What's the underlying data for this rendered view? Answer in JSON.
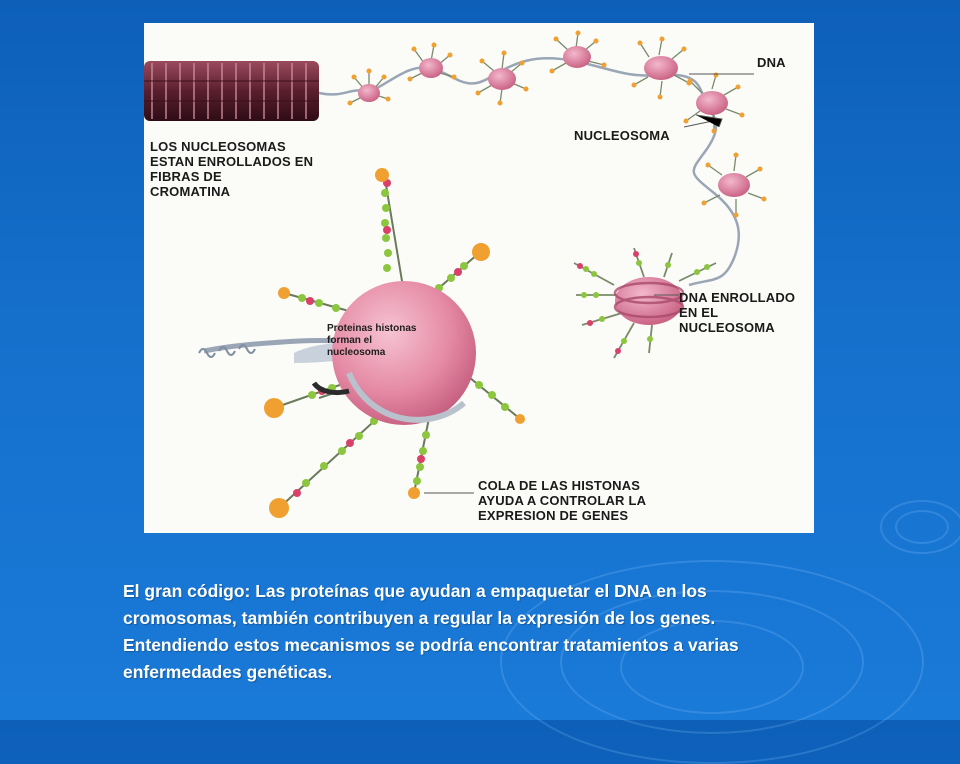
{
  "colors": {
    "background": "#1570cc",
    "panel": "#fbfbf8",
    "nucleosome_pink": "#e58aa5",
    "chromatin_dark": "#6b2a3a",
    "tail_green": "#8cc63f",
    "tail_orange": "#f0a030"
  },
  "diagram": {
    "labels": {
      "dna": "DNA",
      "nucleosoma": "NUCLEOSOMA",
      "fibras": [
        "LOS NUCLEOSOMAS",
        "ESTAN ENROLLADOS EN",
        "FIBRAS DE",
        "CROMATINA"
      ],
      "dna_enrollado": [
        "DNA ENROLLADO",
        "EN EL",
        "NUCLEOSOMA"
      ],
      "cola": [
        "COLA DE LAS HISTONAS",
        "AYUDA A CONTROLAR LA",
        "EXPRESION DE GENES"
      ],
      "proteinas": [
        "Proteinas histonas",
        "forman el",
        "nucleosoma"
      ]
    }
  },
  "caption": {
    "lines": [
      "El gran código: Las proteínas que ayudan a empaquetar el DNA en los",
      "cromosomas, también contribuyen a regular la expresión de los genes.",
      "Entendiendo estos mecanismos se podría encontrar tratamientos a varias",
      "enfermedades genéticas."
    ]
  }
}
